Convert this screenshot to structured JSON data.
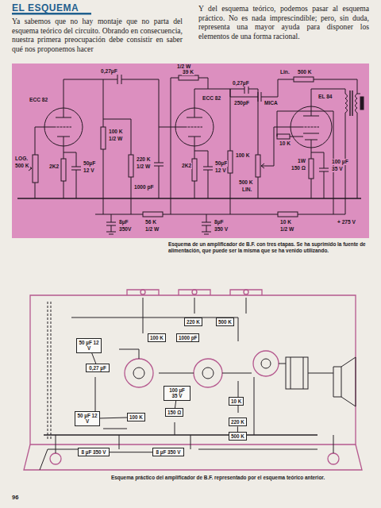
{
  "diagram": {
    "title": "EL ESQUEMA",
    "caption": "Esquema práctico del amplificador de B.F. representado por el esquema teórico anterior.",
    "nodes": [
      {
        "text": [
          "50 µF 12 V"
        ]
      },
      {
        "text": [
          "0,27 µF"
        ]
      },
      {
        "text": [
          "100 K"
        ]
      },
      {
        "text": [
          "1000 pF"
        ]
      },
      {
        "text": [
          "100 µF 35 V"
        ]
      },
      {
        "text": [
          "150 Ω"
        ]
      },
      {
        "text": [
          "100 K"
        ]
      },
      {
        "text": [
          "50 µF 12 V"
        ]
      },
      {
        "text": [
          "10 K"
        ]
      },
      {
        "text": [
          "220 K"
        ]
      },
      {
        "text": [
          "500 K"
        ]
      },
      {
        "text": [
          "220 K"
        ]
      },
      {
        "text": [
          "500 K"
        ]
      },
      {
        "text": [
          "8 µF 350 V"
        ]
      },
      {
        "text": [
          "8 µF 350 V"
        ]
      }
    ],
    "edges": [
      {
        "from": 0,
        "to": 1,
        "arrow": "none"
      },
      {
        "from": 4,
        "to": 5,
        "arrow": "none"
      },
      {
        "from": 7,
        "to": 6,
        "arrow": "none"
      },
      {
        "from": 11,
        "to": 12,
        "arrow": "none"
      },
      {
        "from": 13,
        "to": 14,
        "arrow": "none"
      }
    ],
    "labels": [
      "Ya sabemos que no hay montaje que no parta del esquema teórico del circuito. Obrando en consecuencia, nuestra primera preocupación debe consistir en saber qué nos proponemos hacer",
      "Y del esquema teórico, podemos pasar al esquema práctico. No es nada imprescindible; pero, sin duda, representa una mayor ayuda para disponer los elementos de una forma racional.",
      "ECC 82",
      "0,27µF",
      "1/2 W",
      "39 K",
      "ECC 82",
      "0,27µF",
      "Lin.",
      "500 K",
      "250pF",
      "MICA",
      "EL 84",
      "10 K",
      "LOG.",
      "500 K",
      "2K2",
      "50µF",
      "12 V",
      "100 K",
      "1/2 W",
      "220 K",
      "1/2 W",
      "1000 pF",
      "2K2",
      "50µF",
      "12 V",
      "100 K",
      "500 K",
      "LIN.",
      "1W",
      "150 Ω",
      "100 µF",
      "35 V",
      "8µF",
      "350V",
      "56 K",
      "1/2 W",
      "8µF",
      "350 V",
      "10 K",
      "1/2 W",
      "+ 275 V",
      "Esquema de un amplificador de B.F. con tres etapas. Se ha suprimido la fuente de alimentación, que puede ser la misma que se ha venido utilizando.",
      "96"
    ]
  }
}
